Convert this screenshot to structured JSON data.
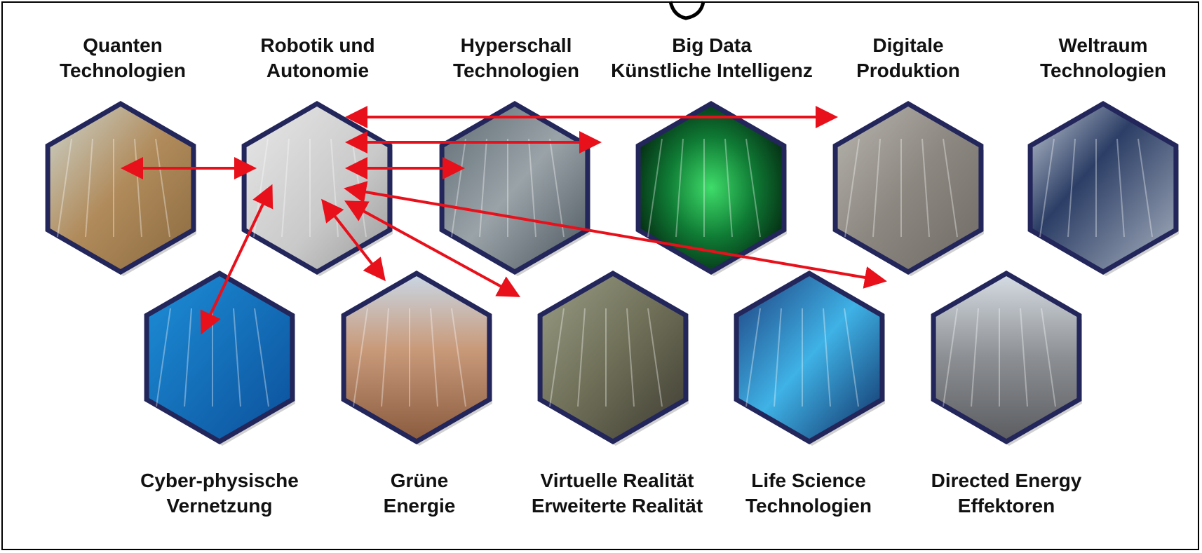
{
  "nodes_top": [
    {
      "id": "quantum",
      "line1": "Quanten",
      "line2": "Technologien",
      "icon": "quantum-computer-icon"
    },
    {
      "id": "robotics",
      "line1": "Robotik und",
      "line2": "Autonomie",
      "icon": "robot-icon"
    },
    {
      "id": "hypersonic",
      "line1": "Hyperschall",
      "line2": "Technologien",
      "icon": "hypersonic-vehicle-icon"
    },
    {
      "id": "bigdata",
      "line1": "Big Data",
      "line2": "Künstliche Intelligenz",
      "icon": "digital-brain-icon"
    },
    {
      "id": "digitalprod",
      "line1": "Digitale",
      "line2": "Produktion",
      "icon": "turbine-icon"
    },
    {
      "id": "space",
      "line1": "Weltraum",
      "line2": "Technologien",
      "icon": "satellite-icon"
    }
  ],
  "nodes_bottom": [
    {
      "id": "cyber",
      "line1": "Cyber-physische",
      "line2": "Vernetzung",
      "icon": "world-network-icon"
    },
    {
      "id": "green",
      "line1": "Grüne",
      "line2": "Energie",
      "icon": "solar-aircraft-icon"
    },
    {
      "id": "vr",
      "line1": "Virtuelle Realität",
      "line2": "Erweiterte Realität",
      "icon": "vr-headset-soldier-icon"
    },
    {
      "id": "lifescience",
      "line1": "Life Science",
      "line2": "Technologien",
      "icon": "dna-face-icon"
    },
    {
      "id": "directed",
      "line1": "Directed Energy",
      "line2": "Effektoren",
      "icon": "laser-weapon-icon"
    }
  ],
  "connections": [
    {
      "from": "robotics",
      "to": "quantum"
    },
    {
      "from": "robotics",
      "to": "hypersonic"
    },
    {
      "from": "robotics",
      "to": "bigdata"
    },
    {
      "from": "robotics",
      "to": "digitalprod"
    },
    {
      "from": "robotics",
      "to": "directed"
    },
    {
      "from": "robotics",
      "to": "cyber"
    },
    {
      "from": "robotics",
      "to": "green"
    },
    {
      "from": "robotics",
      "to": "vr"
    }
  ],
  "colors": {
    "arrow": "#e8101a",
    "hex_border": "#23265a",
    "text": "#111111"
  }
}
